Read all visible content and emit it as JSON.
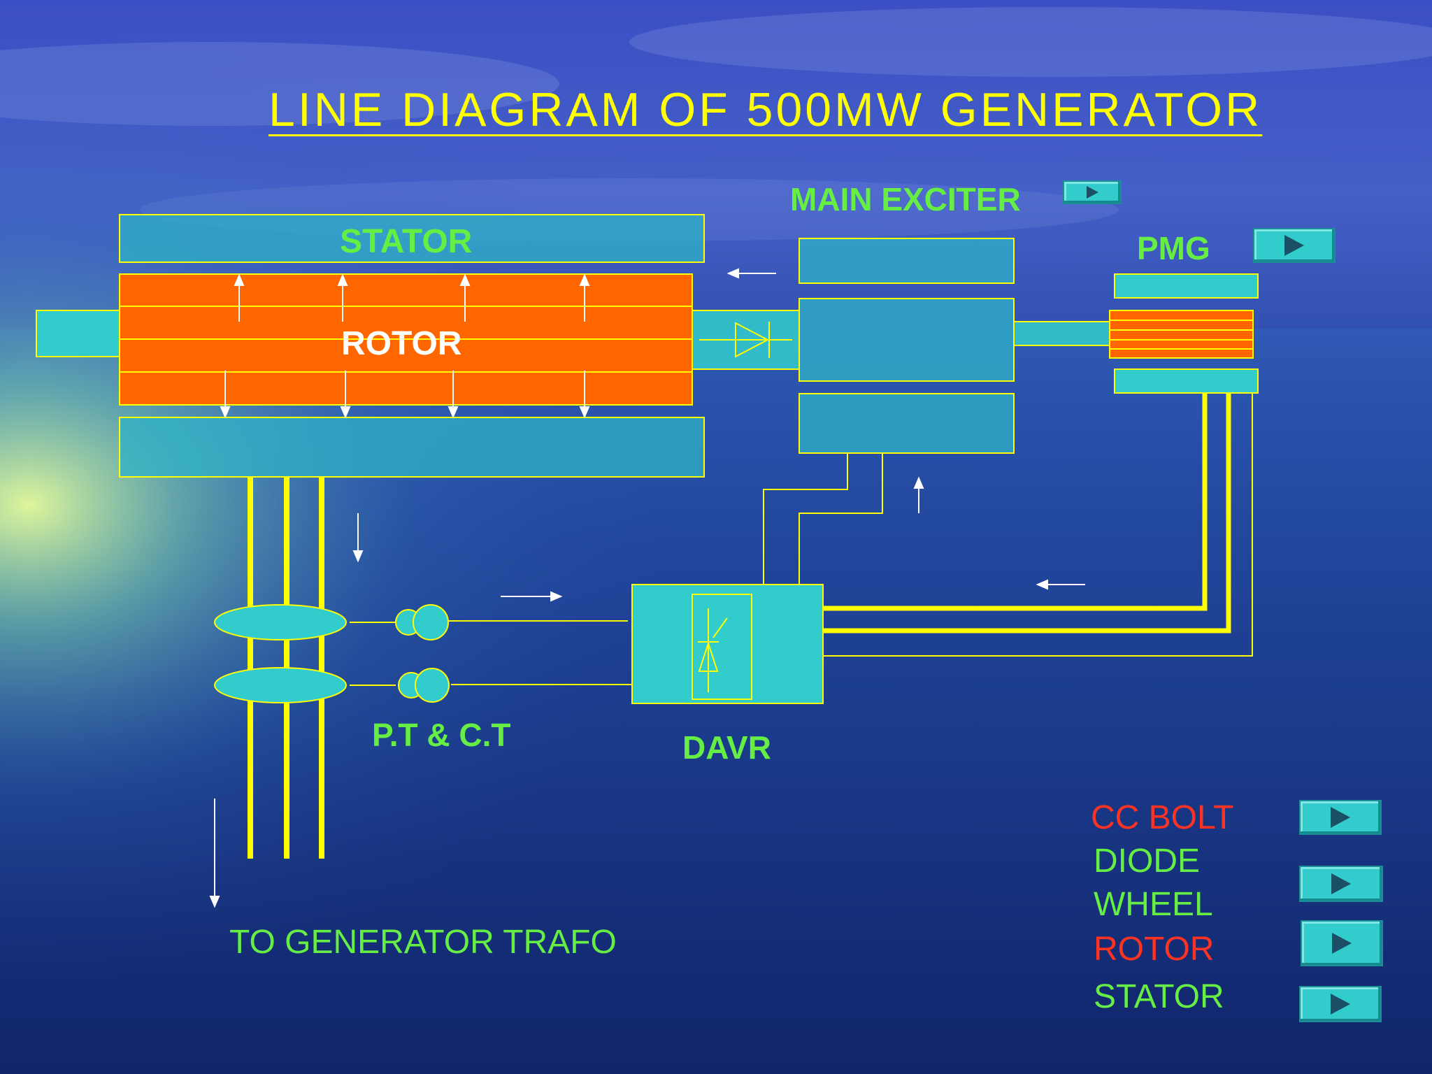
{
  "title": "LINE DIAGRAM OF 500MW GENERATOR",
  "labels": {
    "main_exciter": "MAIN EXCITER",
    "stator": "STATOR",
    "pmg": "PMG",
    "rotor": "ROTOR",
    "pt_ct": "P.T & C.T",
    "davr": "DAVR",
    "to_trafo": "TO GENERATOR TRAFO"
  },
  "nav": {
    "cc_bolt": "CC BOLT",
    "diode": "DIODE",
    "wheel": "WHEEL",
    "rotor": "ROTOR",
    "stator": "STATOR"
  },
  "colors": {
    "title": "#ffff00",
    "label_green": "#66ee44",
    "nav_red": "#ff3322",
    "rotor_fill": "#ff6600",
    "box_fill": "#2fb3c7",
    "line_yellow": "#ffff00",
    "play_button": "#33cccc"
  }
}
